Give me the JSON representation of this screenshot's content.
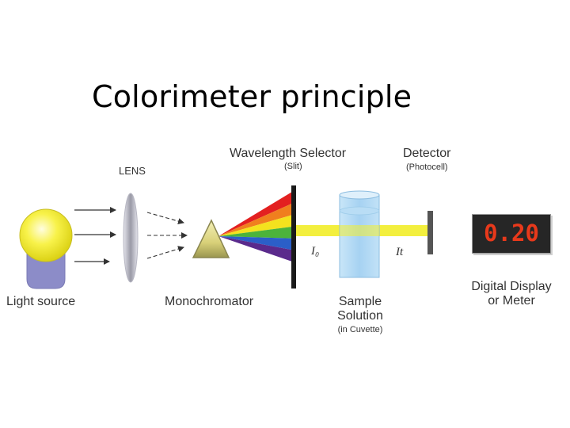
{
  "title": "Colorimeter principle",
  "labels": {
    "lens": "LENS",
    "wavelength_selector": "Wavelength Selector",
    "slit": "(Slit)",
    "detector": "Detector",
    "photocell": "(Photocell)",
    "light_source": "Light source",
    "monochromator": "Monochromator",
    "sample_line1": "Sample",
    "sample_line2": "Solution",
    "cuvette": "(in Cuvette)",
    "display_line1": "Digital Display",
    "display_line2": "or Meter",
    "i0": "I₀",
    "it": "It"
  },
  "display": {
    "reading": "0.20",
    "reading_color": "#e8391b"
  },
  "colors": {
    "bulb": "#f3ec2a",
    "bulb_base": "#8c8cc8",
    "beam": "#f2ee2e",
    "cuvette": "#a8d4f2"
  },
  "spectrum_colors": [
    "#e32020",
    "#f07f1e",
    "#f4e21e",
    "#4cb33b",
    "#2b5fc8",
    "#5a2a8c"
  ]
}
